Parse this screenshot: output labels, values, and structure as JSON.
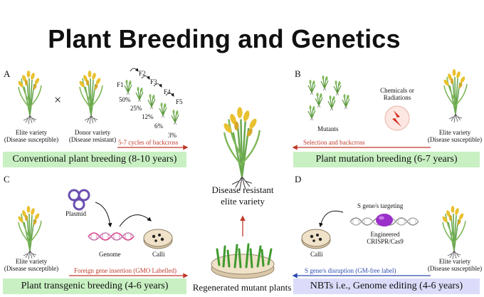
{
  "title": "Plant Breeding and Genetics",
  "center": {
    "result_line1": "Disease resistant",
    "result_line2": "elite variety",
    "bottom_label": "Regenerated mutant plants"
  },
  "panel_a": {
    "letter": "A",
    "elite_line1": "Elite variety",
    "elite_line2": "(Disease susceptible)",
    "donor_line1": "Donor variety",
    "donor_line2": "(Disease resistant)",
    "cross_symbol": "×",
    "generations": [
      "F1",
      "F2",
      "F3",
      "F4",
      "F5"
    ],
    "percents": [
      "50%",
      "25%",
      "12%",
      "6%",
      "3%"
    ],
    "arrow_label": "5-7 cycles of backcross",
    "label": "Conventional plant breeding (8-10 years)",
    "label_bg": "#c9f0c3"
  },
  "panel_b": {
    "letter": "B",
    "mutants": "Mutants",
    "agent_line1": "Chemicals or",
    "agent_line2": "Radiations",
    "elite_line1": "Elite variety",
    "elite_line2": "(Disease susceptible)",
    "arrow_label": "Selection and backcross",
    "label": "Plant mutation breeding (6-7 years)",
    "label_bg": "#c9f0c3"
  },
  "panel_c": {
    "letter": "C",
    "elite_line1": "Elite variety",
    "elite_line2": "(Disease susceptible)",
    "plasmid": "Plasmid",
    "genome": "Genome",
    "calli": "Calli",
    "arrow_label": "Foreign gene insertion (GMO Labelled)",
    "label": "Plant transgenic breeding (4-6 years)",
    "label_bg": "#c9f0c3"
  },
  "panel_d": {
    "letter": "D",
    "targeting": "S gene/s targeting",
    "engineered_line1": "Engineered",
    "engineered_line2": "CRISPR/Cas9",
    "calli": "Calli",
    "elite_line1": "Elite variety",
    "elite_line2": "(Disease susceptible)",
    "arrow_label": "S gene/s disruption (GM-free label)",
    "label": "NBTs i.e., Genome editing (4-6 years)",
    "label_bg": "#dcdcfa"
  },
  "colors": {
    "red_arrow": "#c0392b",
    "blue_arrow": "#2c49b0",
    "plasmid": "#6a4fb0",
    "cas9": "#9b2fc9",
    "grain": "#e9c12f",
    "leaf": "#6aa84f"
  }
}
